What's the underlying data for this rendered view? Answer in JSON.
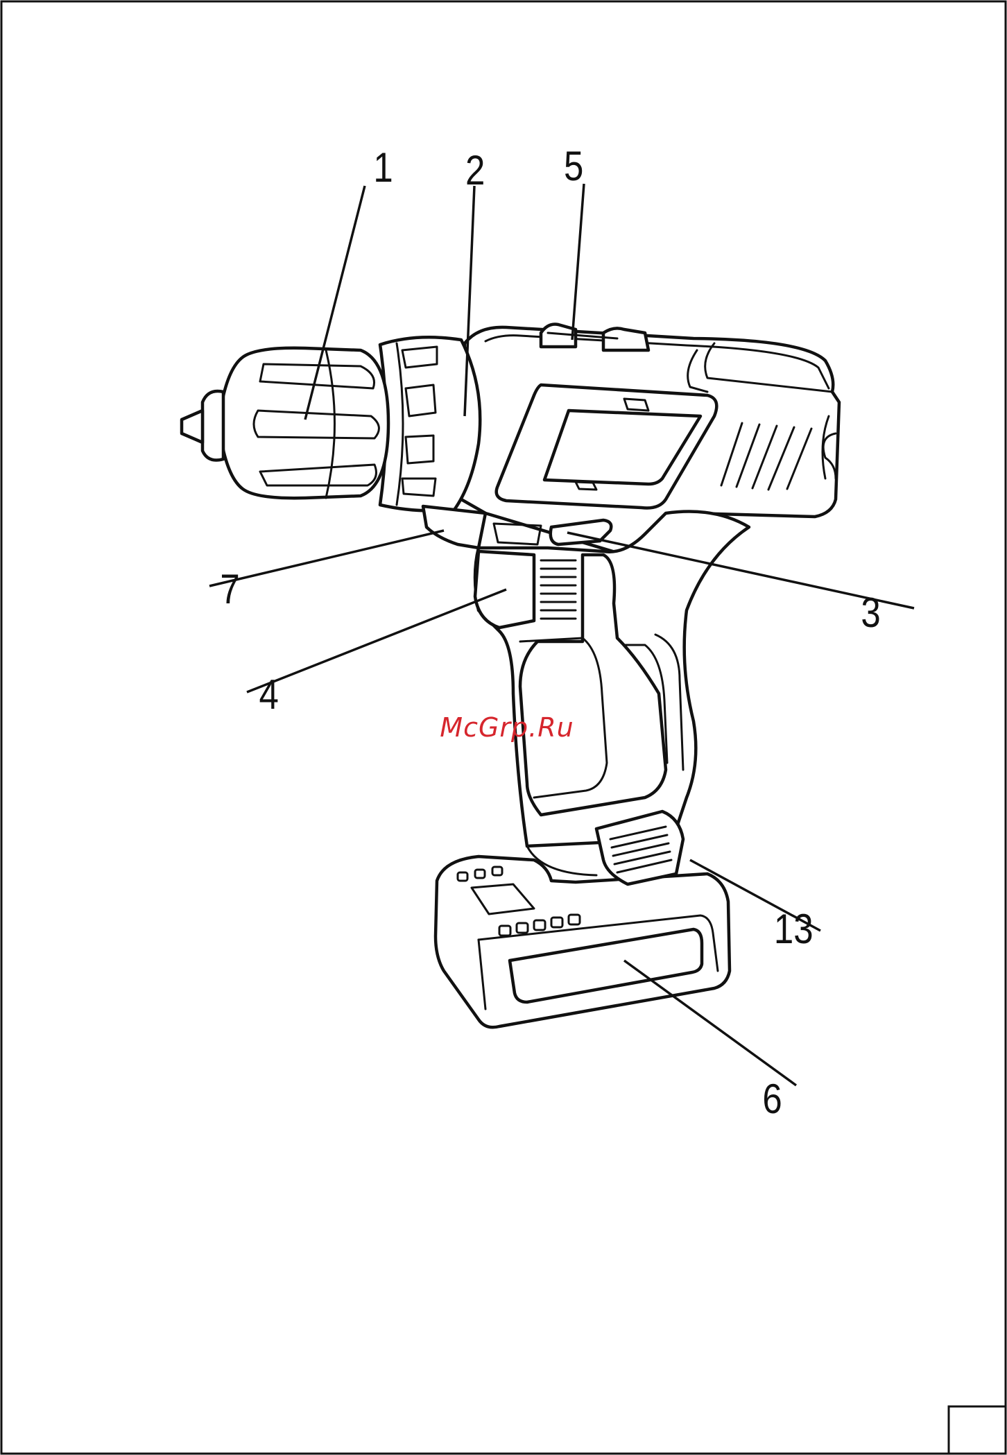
{
  "diagram": {
    "callouts": [
      {
        "id": "c1",
        "label": "1"
      },
      {
        "id": "c2",
        "label": "2"
      },
      {
        "id": "c5",
        "label": "5"
      },
      {
        "id": "c7",
        "label": "7"
      },
      {
        "id": "c3",
        "label": "3"
      },
      {
        "id": "c4",
        "label": "4"
      },
      {
        "id": "c13",
        "label": "13"
      },
      {
        "id": "c6",
        "label": "6"
      }
    ],
    "watermark": "McGrp.Ru",
    "page_number": ""
  },
  "colors": {
    "line": "#111111",
    "watermark": "#d6262d",
    "background": "#ffffff"
  }
}
